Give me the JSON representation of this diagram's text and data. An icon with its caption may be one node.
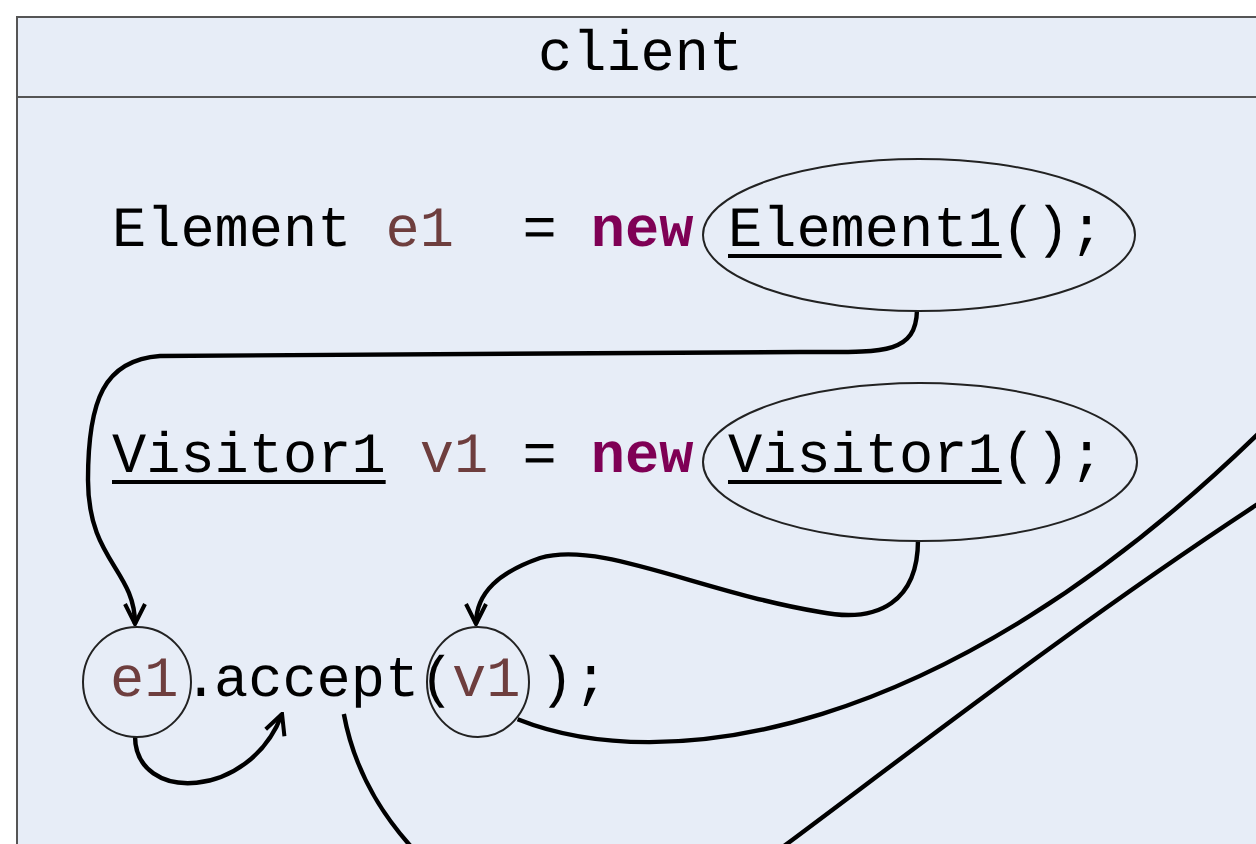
{
  "diagram": {
    "nodes": [
      {
        "text": [
          "client"
        ]
      },
      {
        "text": [
          "Element1"
        ],
        "in": 0
      },
      {
        "text": [
          "Visitor1"
        ],
        "in": 0
      },
      {
        "text": [
          "e1"
        ],
        "in": 0
      },
      {
        "text": [
          "accept"
        ],
        "in": 0
      },
      {
        "text": [
          "v1"
        ],
        "in": 0
      }
    ],
    "edges": [
      {
        "from": 1,
        "to": 3,
        "arrow": "to"
      },
      {
        "from": 2,
        "to": 5,
        "arrow": "to"
      },
      {
        "from": 3,
        "to": 4,
        "arrow": "to"
      },
      {
        "from": 5,
        "to": null,
        "arrow": "none"
      },
      {
        "from": 4,
        "to": null,
        "arrow": "none"
      }
    ],
    "labels": [
      "Element",
      "e1",
      "=",
      "new",
      "();",
      "Visitor1",
      "v1",
      "=",
      "new",
      "();",
      ".",
      "(",
      ");"
    ]
  }
}
